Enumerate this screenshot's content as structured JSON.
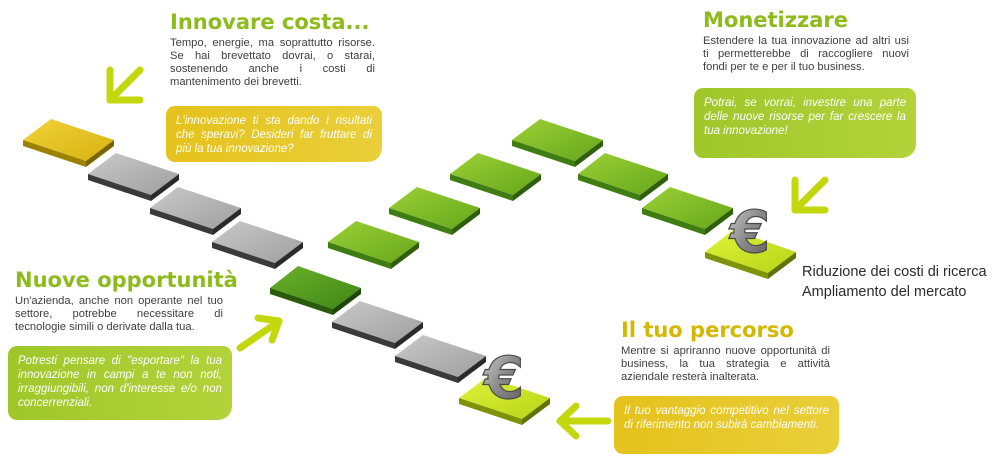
{
  "sections": {
    "innovare": {
      "title": "Innovare costa...",
      "desc": "Tempo, energie, ma soprattutto risorse. Se hai brevettato dovrai, o starai, sostenendo anche i costi di mantenimento dei brevetti.",
      "bubble": "L'innovazione ti sta dando i risultati che speravi? Desideri far fruttare di più la tua innovazione?"
    },
    "monetizzare": {
      "title": "Monetizzare",
      "desc": "Estendere la tua innovazione ad altri usi ti permetterebbe di raccogliere nuovi fondi per te e per il tuo business.",
      "bubble": "Potrai, se vorrai, investire una parte delle nuove risorse per far crescere la tua innovazione!"
    },
    "nuove": {
      "title": "Nuove opportunità",
      "desc": "Un'azienda, anche non operante nel tuo settore, potrebbe necessitare di tecnologie simili o derivate dalla tua.",
      "bubble": "Potresti pensare di \"esportare\" la tua innovazione in campi a te non noti, irraggiungibili, non d'interesse e/o non concerrenziali."
    },
    "percorso": {
      "title": "Il tuo percorso",
      "desc": "Mentre si apriranno nuove opportunità di business, la tua strategia e attività aziendale resterà inalterata.",
      "bubble": "Il tuo vantaggio competitivo nel settore di riferimento non subirà cambiamenti."
    }
  },
  "outcomes": {
    "line1": "Riduzione dei costi di ricerca",
    "line2": "Ampliamento del mercato"
  },
  "euro_symbol": "€",
  "colors": {
    "green": "#8dbb1c",
    "yellow": "#d4b800",
    "gray_tile": "#b3b3b3",
    "green_tile": "#7db824",
    "dark_green_tile": "#4f9a1e",
    "yellow_tile": "#e3c21c",
    "lime_tile": "#c7e022"
  }
}
